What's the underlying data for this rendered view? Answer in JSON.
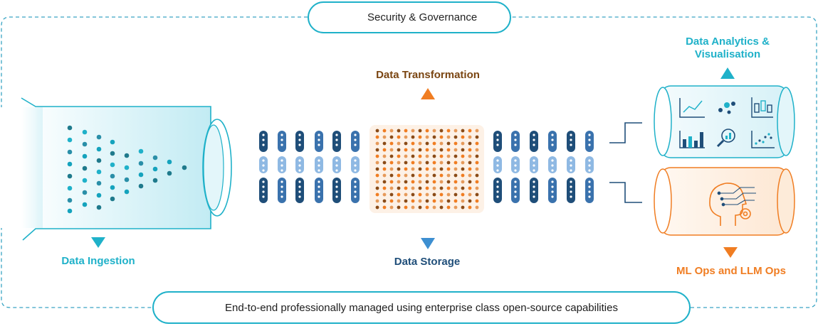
{
  "header": {
    "title": "Security & Governance",
    "icon": "shield-lock-icon"
  },
  "footer": {
    "text": "End-to-end professionally managed using enterprise class open-source capabilities"
  },
  "stages": {
    "ingestion": {
      "label": "Data Ingestion",
      "arrow": "down"
    },
    "transformation": {
      "label": "Data Transformation",
      "arrow": "up"
    },
    "storage": {
      "label": "Data Storage",
      "arrow": "down"
    },
    "analytics": {
      "label_line1": "Data Analytics &",
      "label_line2": "Visualisation",
      "arrow": "up"
    },
    "mlops": {
      "label": "ML Ops and LLM Ops",
      "arrow": "down"
    }
  },
  "colors": {
    "teal": "#1fb1c9",
    "orange": "#f07d22",
    "navy": "#1f4e79",
    "brown": "#7a4511",
    "dashed_border": "#3aa5c4",
    "light_blue": "#8fb9e3",
    "dark_blue": "#2b5d93"
  }
}
